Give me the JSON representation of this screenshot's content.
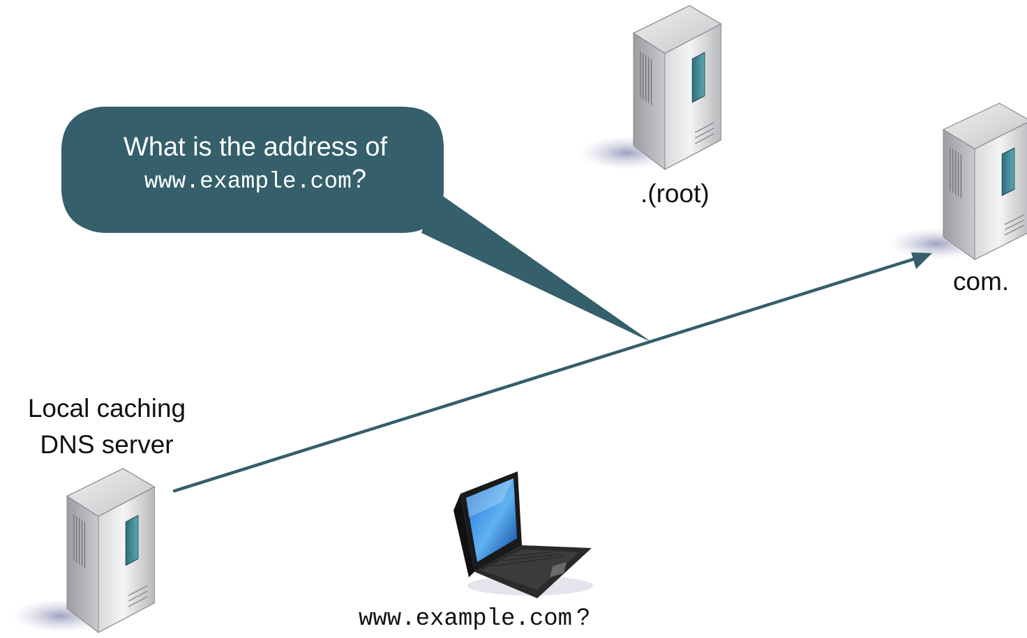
{
  "callout": {
    "line1": "What is the address of",
    "query": "www.example.com",
    "suffix": "?"
  },
  "nodes": {
    "root": {
      "label": ".(root)",
      "icon": "server-tower-icon"
    },
    "com": {
      "label": "com.",
      "icon": "server-tower-icon"
    },
    "local": {
      "label_line1": "Local caching",
      "label_line2": "DNS server",
      "icon": "server-tower-icon"
    },
    "client": {
      "query": "www.example.com",
      "suffix": "?",
      "icon": "laptop-icon"
    }
  },
  "colors": {
    "accent": "#345f6b",
    "text": "#111111",
    "server_body": "#c9cacc",
    "server_panel": "#3f8c99"
  }
}
